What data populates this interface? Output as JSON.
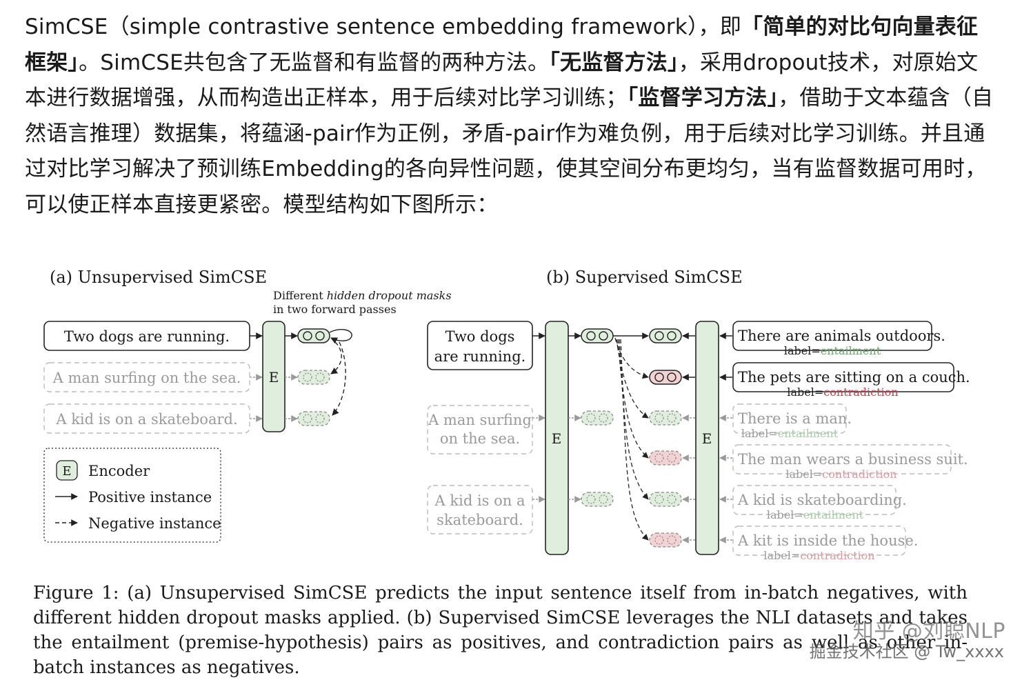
{
  "intro": {
    "segments": [
      {
        "text": "SimCSE（simple contrastive sentence embedding framework），即",
        "bold": false
      },
      {
        "text": "「简单的对比句向量表征框架」",
        "bold": true
      },
      {
        "text": "。SimCSE共包含了无监督和有监督的两种方法。",
        "bold": false
      },
      {
        "text": "「无监督方法」",
        "bold": true
      },
      {
        "text": "，采用dropout技术，对原始文本进行数据增强，从而构造出正样本，用于后续对比学习训练；",
        "bold": false
      },
      {
        "text": "「监督学习方法」",
        "bold": true
      },
      {
        "text": "，借助于文本蕴含（自然语言推理）数据集，将蕴涵-pair作为正例，矛盾-pair作为难负例，用于后续对比学习训练。并且通过对比学习解决了预训练Embedding的各向异性问题，使其空间分布更均匀，当有监督数据可用时，可以使正样本直接更紧密。模型结构如下图所示：",
        "bold": false
      }
    ]
  },
  "figure": {
    "panel_a": {
      "title": "(a) Unsupervised SimCSE",
      "note_line1_prefix": "Different ",
      "note_line1_italic": "hidden dropout masks",
      "note_line2": "in two forward passes",
      "sentences": [
        "Two dogs are running.",
        "A man surfing on the sea.",
        "A kid is on a skateboard."
      ],
      "encoder": "E"
    },
    "legend": {
      "encoder_symbol": "E",
      "encoder": "Encoder",
      "positive": "Positive instance",
      "negative": "Negative instance"
    },
    "panel_b": {
      "title": "(b) Supervised SimCSE",
      "premises": [
        [
          "Two dogs",
          "are running."
        ],
        [
          "A man surfing",
          "on the sea."
        ],
        [
          "A kid is on a",
          "skateboard."
        ]
      ],
      "encoder": "E",
      "label_prefix": "label=",
      "hypotheses": [
        {
          "text": "There are animals outdoors.",
          "label": "entailment"
        },
        {
          "text": "The pets are sitting on a couch.",
          "label": "contradiction"
        },
        {
          "text": "There is a man.",
          "label": "entailment"
        },
        {
          "text": "The man wears a business suit.",
          "label": "contradiction"
        },
        {
          "text": "A kid is skateboarding.",
          "label": "entailment"
        },
        {
          "text": "A kit is inside the house.",
          "label": "contradiction"
        }
      ]
    },
    "colors": {
      "green_fill": "#dfeedd",
      "red_fill": "#f3d2d4",
      "entail_text": "#6aa36a",
      "contra_text": "#c0404a"
    }
  },
  "caption": "Figure 1: (a) Unsupervised SimCSE predicts the input sentence itself from in-batch negatives, with different hidden dropout masks applied. (b) Supervised SimCSE leverages the NLI datasets and takes the entailment (premise-hypothesis) pairs as positives, and contradiction pairs as well as other in-batch instances as negatives.",
  "watermark": {
    "line1": "知乎 @刘聪NLP",
    "line2": "掘金技术社区 @ Tw_xxxx"
  }
}
